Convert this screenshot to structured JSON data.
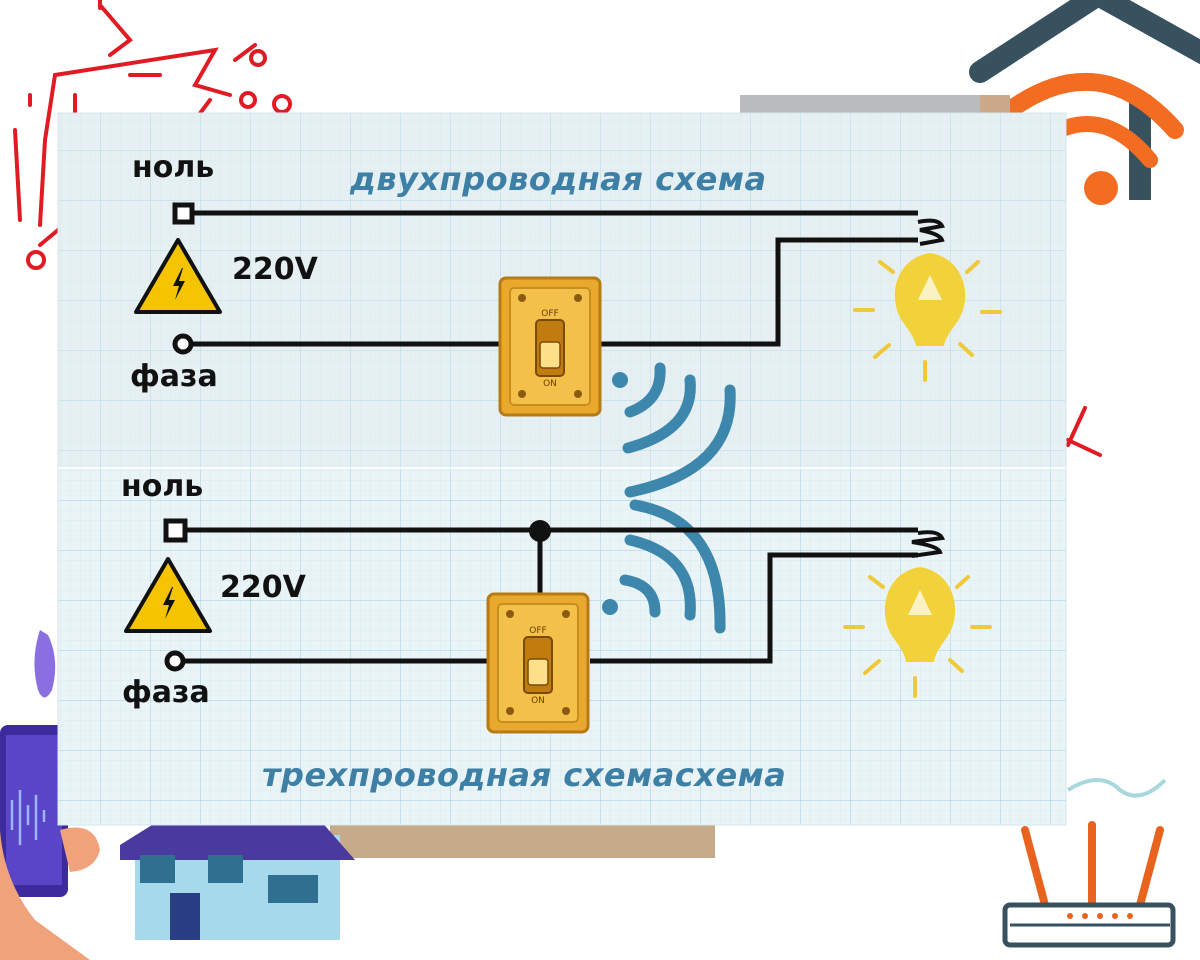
{
  "diagram": {
    "top": {
      "title": "двухпроводная схема",
      "neutral_label": "ноль",
      "voltage_label": "220V",
      "phase_label": "фаза",
      "switch_off_label": "OFF",
      "switch_on_label": "ON"
    },
    "bottom": {
      "title": "трехпроводная схемасхема",
      "neutral_label": "ноль",
      "voltage_label": "220V",
      "phase_label": "фаза",
      "switch_off_label": "OFF",
      "switch_on_label": "ON"
    }
  },
  "colors": {
    "grid_paper": "#eaf4f7",
    "grid_line": "#a9d7e6",
    "wire": "#111111",
    "title_text": "#3d7fa5",
    "bulb": "#f2d23b",
    "bulb_rays": "#f0c93a",
    "switch_plate": "#e8a92c",
    "warning_sign": "#f5c400",
    "signal_arcs": "#3d87ad",
    "house_roof_icon": "#37515f",
    "wifi_icon": "#f26c22",
    "circuit_deco": "#e01b24",
    "router_antenna": "#e8641e",
    "house_wall": "#a6d9ec",
    "house_roof": "#4a3aa0",
    "phone": "#3d2a9c"
  },
  "icons": [
    "circuit-decoration-icon",
    "home-wifi-icon",
    "warning-voltage-icon",
    "light-switch-icon",
    "light-bulb-icon",
    "wireless-signal-icon",
    "smartphone-voice-icon",
    "house-icon",
    "wifi-router-icon"
  ]
}
